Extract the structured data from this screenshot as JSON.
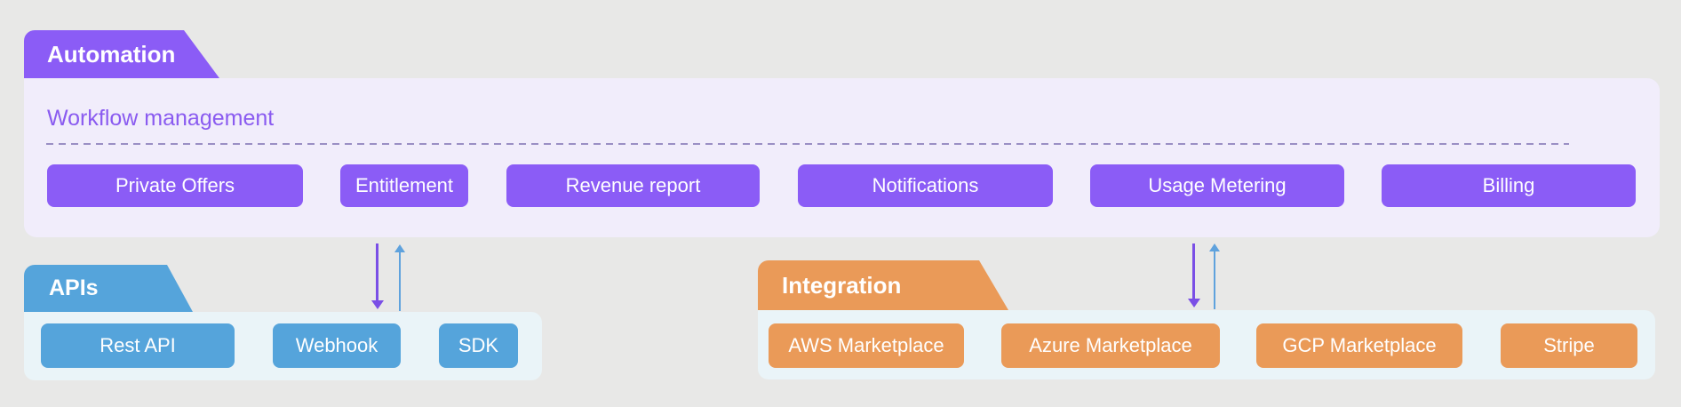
{
  "automation": {
    "tab_label": "Automation",
    "title": "Workflow management",
    "buttons": [
      "Private Offers",
      "Entitlement",
      "Revenue report",
      "Notifications",
      "Usage Metering",
      "Billing"
    ]
  },
  "apis": {
    "tab_label": "APIs",
    "buttons": [
      "Rest API",
      "Webhook",
      "SDK"
    ]
  },
  "integration": {
    "tab_label": "Integration",
    "buttons": [
      "AWS Marketplace",
      "Azure Marketplace",
      "GCP Marketplace",
      "Stripe"
    ]
  },
  "colors": {
    "background": "#E8E8E7",
    "purple": "#8B5CF6",
    "purple_light": "#F1EDFB",
    "purple_text": "#8A5BF0",
    "blue": "#55A4DB",
    "blue_light": "#EAF4F8",
    "orange": "#EA9A58",
    "dash": "#9A8FC4",
    "arrow_purple": "#7A4FE6",
    "arrow_blue": "#5FA2DD"
  }
}
